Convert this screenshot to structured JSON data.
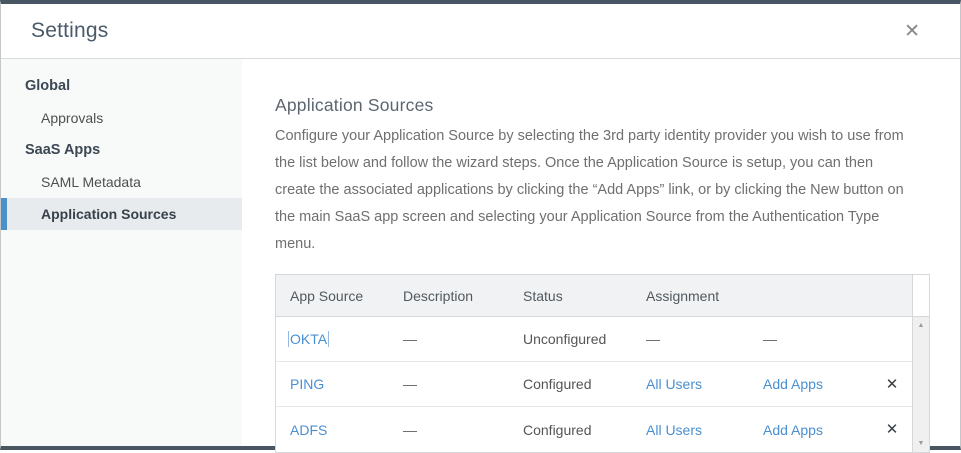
{
  "dialog": {
    "title": "Settings"
  },
  "icons": {
    "close": "✕",
    "remove": "✕",
    "scroll_up": "▲",
    "scroll_down": "▼"
  },
  "colors": {
    "top_bar": "#485563",
    "accent_blue": "#4a90c9",
    "link_blue": "#4a8fd2",
    "sidebar_bg": "#f8f9f9",
    "selected_bg": "#e8ebee",
    "table_header_bg": "#f1f2f3"
  },
  "sidebar": {
    "sections": [
      {
        "header": "Global",
        "items": [
          {
            "label": "Approvals",
            "selected": false
          }
        ]
      },
      {
        "header": "SaaS Apps",
        "items": [
          {
            "label": "SAML Metadata",
            "selected": false
          },
          {
            "label": "Application Sources",
            "selected": true
          }
        ]
      }
    ]
  },
  "content": {
    "heading": "Application Sources",
    "description": "Configure your Application Source by selecting the 3rd party identity provider you wish to use from the list below and follow the wizard steps. Once the Application Source is setup, you can then create the associated applications by clicking the “Add Apps” link, or by clicking the New button on the main SaaS app screen and selecting your Application Source from the Authentication Type menu.",
    "table": {
      "columns": [
        "App Source",
        "Description",
        "Status",
        "Assignment",
        "",
        ""
      ],
      "rows": [
        {
          "app_source": "OKTA",
          "description": "—",
          "status": "Unconfigured",
          "assignment": "—",
          "action": "—",
          "removable": false,
          "focused": true
        },
        {
          "app_source": "PING",
          "description": "—",
          "status": "Configured",
          "assignment": "All Users",
          "action": "Add Apps",
          "removable": true,
          "focused": false
        },
        {
          "app_source": "ADFS",
          "description": "—",
          "status": "Configured",
          "assignment": "All Users",
          "action": "Add Apps",
          "removable": true,
          "focused": false
        }
      ]
    }
  }
}
